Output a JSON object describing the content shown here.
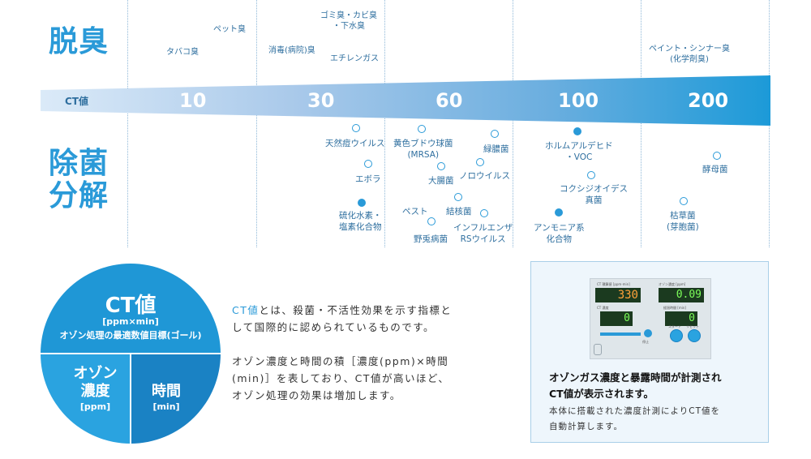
{
  "labels": {
    "deodorize": "脱臭",
    "sterilize_line1": "除菌",
    "sterilize_line2": "分解"
  },
  "ct_bar": {
    "label": "CT値",
    "ticks": [
      "10",
      "30",
      "60",
      "100",
      "200"
    ]
  },
  "odors": [
    {
      "id": "tobacco",
      "lines": [
        "タバコ臭"
      ]
    },
    {
      "id": "pet",
      "lines": [
        "ペット臭"
      ]
    },
    {
      "id": "garbage",
      "lines": [
        "ゴミ臭・カビ臭",
        "・下水臭"
      ]
    },
    {
      "id": "hospital",
      "lines": [
        "消毒(病院)臭"
      ]
    },
    {
      "id": "ethylene",
      "lines": [
        "エチレンガス"
      ]
    },
    {
      "id": "paint",
      "lines": [
        "ペイント・シンナー臭",
        "(化学剤臭)"
      ]
    }
  ],
  "germs": [
    {
      "id": "smallpox",
      "lines": [
        "天然痘ウイルス"
      ],
      "mark": "open"
    },
    {
      "id": "ebola",
      "lines": [
        "エボラ"
      ],
      "mark": "open"
    },
    {
      "id": "h2s",
      "lines": [
        "硫化水素・",
        "塩素化合物"
      ],
      "mark": "filled"
    },
    {
      "id": "mrsa",
      "lines": [
        "黄色ブドウ球菌",
        "(MRSA)"
      ],
      "mark": "open"
    },
    {
      "id": "ecoli",
      "lines": [
        "大腸菌"
      ],
      "mark": "open"
    },
    {
      "id": "pest",
      "lines": [
        "ペスト"
      ],
      "mark": "open"
    },
    {
      "id": "tb",
      "lines": [
        "結核菌"
      ],
      "mark": "open"
    },
    {
      "id": "tularemia",
      "lines": [
        "野兎病菌"
      ],
      "mark": "open"
    },
    {
      "id": "pseudomonas",
      "lines": [
        "緑膿菌"
      ],
      "mark": "open"
    },
    {
      "id": "noro",
      "lines": [
        "ノロウイルス"
      ],
      "mark": "open"
    },
    {
      "id": "flu",
      "lines": [
        "インフルエンザ",
        "RSウイルス"
      ],
      "mark": "open"
    },
    {
      "id": "formaldehyde",
      "lines": [
        "ホルムアルデヒド",
        "・VOC"
      ],
      "mark": "filled"
    },
    {
      "id": "coccidioides",
      "lines": [
        "コクシジオイデス",
        "真菌"
      ],
      "mark": "open"
    },
    {
      "id": "ammonia",
      "lines": [
        "アンモニア系",
        "化合物"
      ],
      "mark": "filled"
    },
    {
      "id": "yeast",
      "lines": [
        "酵母菌"
      ],
      "mark": "open"
    },
    {
      "id": "bacillus",
      "lines": [
        "枯草菌",
        "(芽胞菌)"
      ],
      "mark": "open"
    }
  ],
  "circle": {
    "title": "CT値",
    "unit": "[ppm×min]",
    "subtitle": "オゾン処理の最適数値目標(ゴール)",
    "left_lines": [
      "オゾン",
      "濃度"
    ],
    "left_unit": "[ppm]",
    "right_line": "時間",
    "right_unit": "[min]"
  },
  "description": {
    "highlight": "CT値",
    "line1_rest": "とは、殺菌・不活性効果を示す指標と",
    "line2": "して国際的に認められているものです。",
    "line3": "オゾン濃度と時間の積［濃度(ppm)×時間",
    "line4": "(min)］を表しており、CT値が高いほど、",
    "line5": "オゾン処理の効果は増加します。"
  },
  "device": {
    "display_ct": "330",
    "display_conc": "0.09",
    "display_time": "0",
    "display_time2": "0",
    "label_ct": "CT 積算値 [ppm·min]",
    "label_conc": "オゾン濃度 [ppm]",
    "label_time": "CT 濃度",
    "label_time2": "経過時間 [min]",
    "label_stop": "停止",
    "label_start": "スタート",
    "label_reset": "リセット"
  },
  "panel": {
    "heading1": "オゾンガス濃度と暴露時間が計測され",
    "heading2": "CT値が表示されます。",
    "body1": "本体に搭載された濃度計測によりCT値を",
    "body2": "自動計算します。"
  },
  "colors": {
    "accent": "#2a9ad8",
    "circle_top": "#1f97d6",
    "circle_left": "#2aa3e0",
    "circle_right": "#1a82c4",
    "text": "#2f6f9f"
  }
}
